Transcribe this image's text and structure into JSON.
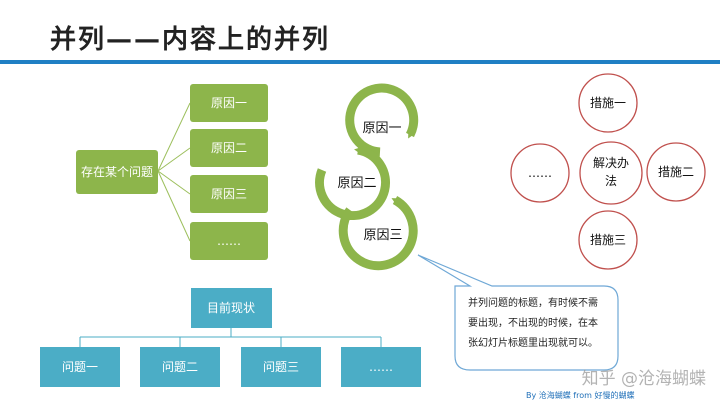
{
  "title": "并列——内容上的并列",
  "tree": {
    "root": "存在某个问题",
    "children": [
      "原因一",
      "原因二",
      "原因三",
      "……"
    ]
  },
  "cycle": {
    "items": [
      "原因一",
      "原因二",
      "原因三"
    ]
  },
  "callout": {
    "lines": [
      "并列问题的标题，有时候不需",
      "要出现，不出现的时候，在本",
      "张幻灯片标题里出现就可以。"
    ]
  },
  "org": {
    "root": "目前现状",
    "children": [
      "问题一",
      "问题二",
      "问题三",
      "……"
    ]
  },
  "radial": {
    "center_lines": [
      "解决办",
      "法"
    ],
    "top": "措施一",
    "right": "措施二",
    "bottom": "措施三",
    "left": "……"
  },
  "credit": "By 沧海蝴蝶 from 好慢的蝴蝶",
  "watermark": "知乎 @沧海蝴蝶",
  "colors": {
    "title_bar": "#1f7fc4",
    "green": "#8db54b",
    "green_line": "#9cbf5c",
    "blue": "#4badc6",
    "red_circle": "#c0504d",
    "callout_border": "#6fa8d6"
  }
}
